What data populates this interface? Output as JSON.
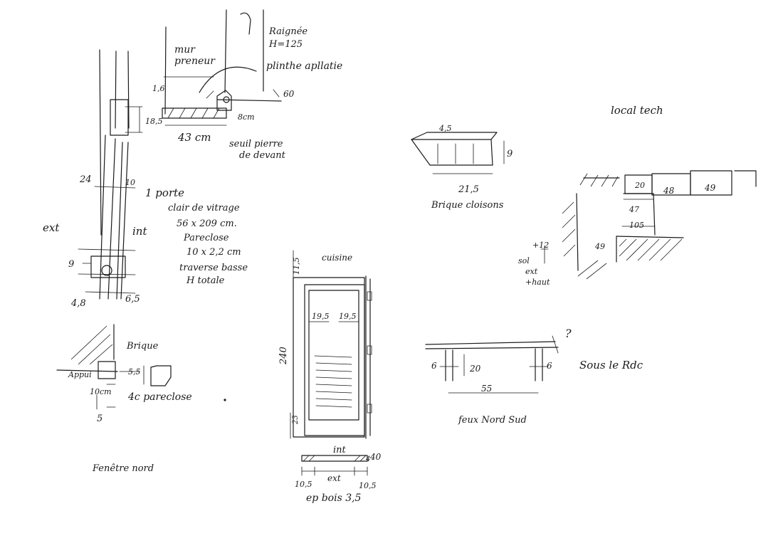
{
  "labels": {
    "mur_preneur": [
      "mur",
      "preneur"
    ],
    "raignee": [
      "Raignée",
      "H=125"
    ],
    "plinthe": "plinthe apllatie",
    "local_tech": "local tech",
    "porte_1": [
      "1 porte",
      "clair de vitrage",
      "56 x 209 cm.",
      "Pareclose",
      "10 x 2,2 cm",
      "traverse basse",
      "H totale"
    ],
    "ext_left": "ext",
    "int_left": "int",
    "dim_24": "24",
    "dim_10_left": "10",
    "dim_9": "9",
    "dim_48": "4,8",
    "dim_65": "6,5",
    "dim_16": "1,6",
    "dim_185": "18,5",
    "dim_8cm": "8cm",
    "dim_43cm": "43 cm",
    "dim_60": "60",
    "seuil": [
      "seuil pierre",
      "de devant"
    ],
    "brique_cloison": [
      "Brique cloisons"
    ],
    "brique_45": "4,5",
    "brique_215": "21,5",
    "brique_9": "9",
    "brique_label": "Brique",
    "appui": "Appui",
    "dim_10cm": "10cm",
    "dim_5": "5",
    "dim_55": "5,5",
    "pareclose_4c": "4c pareclose",
    "fenetre_nord": "Fenêtre nord",
    "cuisine": "cuisine",
    "dim_115": "11,5",
    "dim_195a": "19,5",
    "dim_195b": "19,5",
    "dim_240": "240",
    "dim_23": "23",
    "int_bottom": "int",
    "ext_bottom": "ext",
    "dim_4": "4",
    "dim_40": "40",
    "dim_105a": "10,5",
    "dim_105b": "10,5",
    "ep_bois": "ep bois 3,5",
    "dim_20": "20",
    "dim_48b": "48",
    "dim_49": "49",
    "dim_47": "47",
    "dim_105c": "105",
    "dim_49b": "49",
    "dim_12": "+12",
    "sol_ext": [
      "sol",
      "ext",
      "+haut"
    ],
    "question": "?",
    "dim_6a": "6",
    "dim_20b": "20",
    "dim_6b": "6",
    "dim_55b": "55",
    "sous_rdc": "Sous le Rdc",
    "feux": "feux Nord Sud"
  }
}
